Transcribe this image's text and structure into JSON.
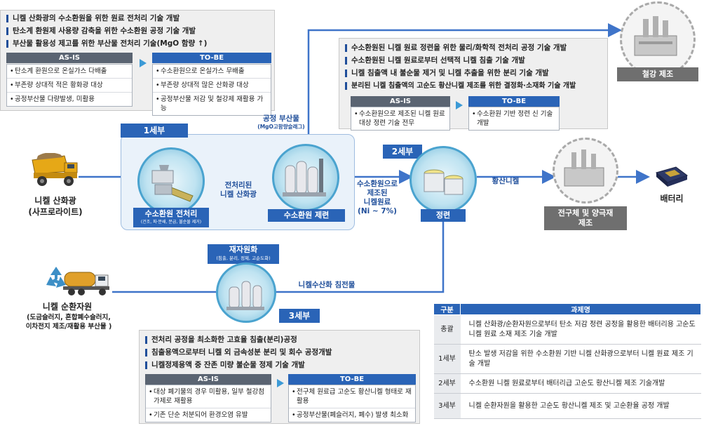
{
  "panel1": {
    "bullets": [
      "니켈 산화광의 수소환원을 위한 원료 전처리 기술 개발",
      "탄소계 환원제 사용량 감축을 위한 수소환원 공정 기술 개발",
      "부산물 활용성 제고를 위한 부산물 전처리 기술(MgO 함량 ↑)"
    ],
    "asis_label": "AS-IS",
    "tobe_label": "TO-BE",
    "asis": [
      "탄소계 환원으로 온실가스 다배출",
      "부존량 상대적 적은 황화광 대상",
      "공정부산물 다량발생, 미활용"
    ],
    "tobe": [
      "수소환원으로 온실가스 무배출",
      "부존량 상대적 많은 산화광 대상",
      "공정부산물 저감 및 철강제 재활용 가능"
    ]
  },
  "panel2": {
    "bullets": [
      "수소환원된 니켈 원료 정련을 위한 물리/화학적 전처리 공정 기술 개발",
      "수소환원된 니켈 원료로부터 선택적 니켈 침출 기술 개발",
      "니켈 침출액 내 불순물 제거 및 니켈 추출을 위한 분리 기술 개발",
      "분리된 니켈 침출액의 고순도 황산니켈 제조를 위한 결정화·소재화 기술 개발"
    ],
    "asis_label": "AS-IS",
    "tobe_label": "TO-BE",
    "asis": [
      "수소환원으로 제조된 니켈 원료 대상 정련 기술 전무"
    ],
    "tobe": [
      "수소환원 기반 정련 신 기술 개발"
    ]
  },
  "panel3": {
    "bullets": [
      "전처리 공정을 최소화한 고효율 침출(분리)공정",
      "침출용액으로부터 니켈 외 금속성분 분리 및 회수 공정개발",
      "니켈정제용액 중 잔존 미량 불순물 정제 기술 개발"
    ],
    "asis_label": "AS-IS",
    "tobe_label": "TO-BE",
    "asis": [
      "대상 폐기물의 경우 미활용, 일부 철강첨가제로 재활용",
      "기존 단순 처분되어 환경오염 유발"
    ],
    "tobe": [
      "전구체 원료급 고순도 황산니켈 형태로 재활용",
      "공정부산물(폐슬러지, 폐수) 발생 최소화"
    ]
  },
  "flow": {
    "ore_label": "니켈 산화광\n(사프로라이트)",
    "recycle_label": "니켈 순환자원",
    "recycle_sub": "(도금슬러지, 혼합폐수슬러지,\n이차전지 제조/재활용 부산물 )",
    "step1_tag": "1세부",
    "step2_tag": "2세부",
    "step3_tag": "3세부",
    "pretreat_label": "수소환원 전처리",
    "pretreat_sub": "(건조, 파·분쇄, 분급, 불순물 제거)",
    "pretreated_text": "전처리된\n니켈 산화광",
    "refine_label": "수소환원 제련",
    "byproduct_text": "공정 부산물",
    "byproduct_sub": "(MgO고함량슬래그)",
    "reduced_text": "수소환원으로\n제조된\n니켈원료\n(Ni ~ 7%)",
    "purify_label": "정련",
    "sulfate_text": "황산니켈",
    "steel_label": "철강 제조",
    "precursor_label": "전구체 및 양극재\n제조",
    "battery_label": "배터리",
    "resource_label": "재자원화",
    "resource_sub": "(침출, 분리, 정제, 고순도화)",
    "hydroxide_text": "니켈수산화 침전물"
  },
  "table": {
    "headers": [
      "구분",
      "과제명"
    ],
    "rows": [
      {
        "k": "총괄",
        "v": "니켈 산화광/순환자원으로부터 탄소 저감 정련 공정을 활용한 배터리용 고순도 니켈 원료 소재 제조 기술 개발"
      },
      {
        "k": "1세부",
        "v": "탄소 발생 저감을 위한 수소환원 기반 니켈 산화광으로부터 니켈 원료 제조 기술 개발"
      },
      {
        "k": "2세부",
        "v": "수소환원 니켈 원료로부터 배터리급 고순도 황산니켈 제조 기술개발"
      },
      {
        "k": "3세부",
        "v": "니켈 순환자원을 활용한 고순도 황산니켈 제조 및 고순환율 공정 개발"
      }
    ]
  },
  "colors": {
    "accent": "#2a64b7",
    "arrow": "#3f74c9",
    "circle_border": "#4aa3cf",
    "grey": "#6f6f6f"
  }
}
